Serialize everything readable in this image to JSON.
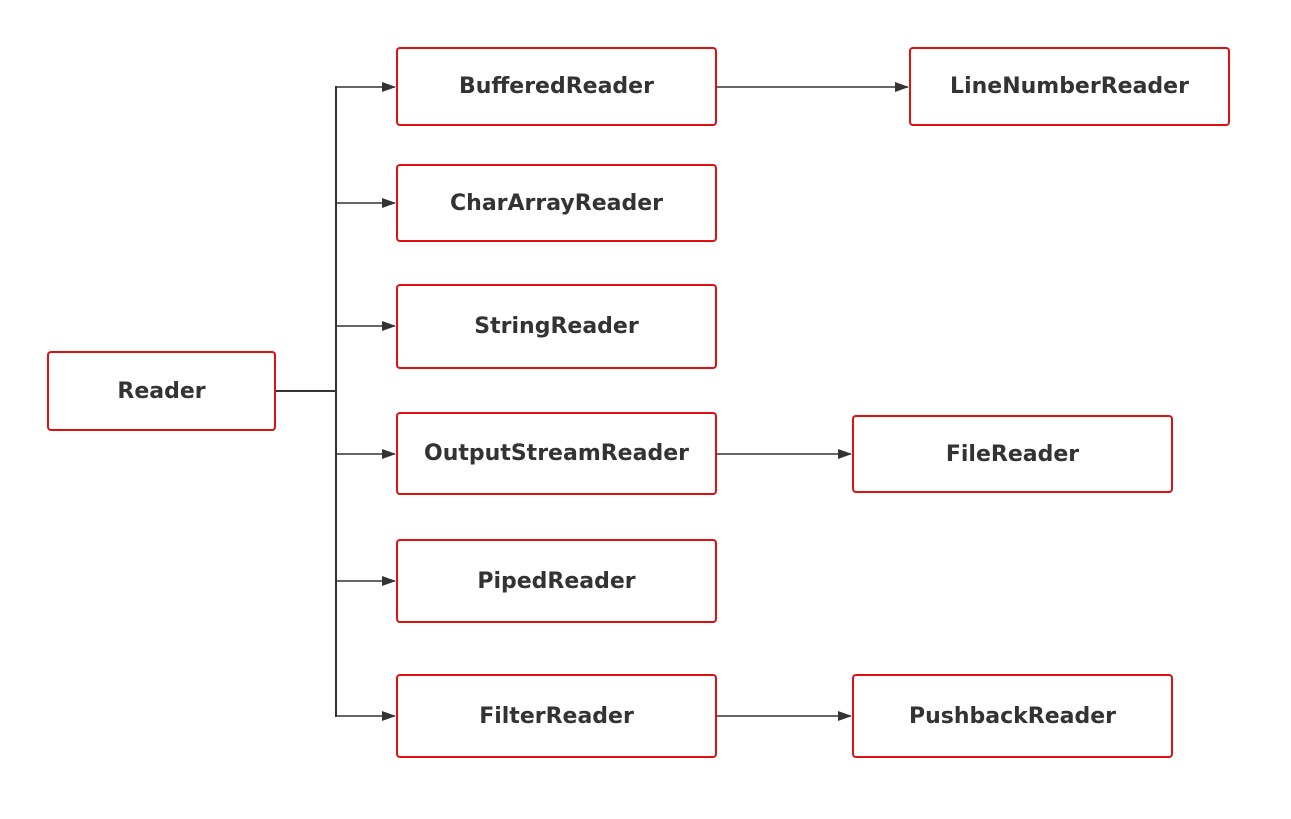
{
  "diagram": {
    "type": "class-hierarchy",
    "root": {
      "id": "reader",
      "label": "Reader"
    },
    "children": [
      {
        "id": "buffered-reader",
        "label": "BufferedReader",
        "subclass": {
          "id": "line-number-reader",
          "label": "LineNumberReader"
        }
      },
      {
        "id": "char-array-reader",
        "label": "CharArrayReader"
      },
      {
        "id": "string-reader",
        "label": "StringReader"
      },
      {
        "id": "output-stream-reader",
        "label": "OutputStreamReader",
        "subclass": {
          "id": "file-reader",
          "label": "FileReader"
        }
      },
      {
        "id": "piped-reader",
        "label": "PipedReader"
      },
      {
        "id": "filter-reader",
        "label": "FilterReader",
        "subclass": {
          "id": "pushback-reader",
          "label": "PushbackReader"
        }
      }
    ],
    "colors": {
      "node_border": "#e01010",
      "node_text": "#333333",
      "connector": "#333333",
      "background": "#ffffff"
    }
  }
}
